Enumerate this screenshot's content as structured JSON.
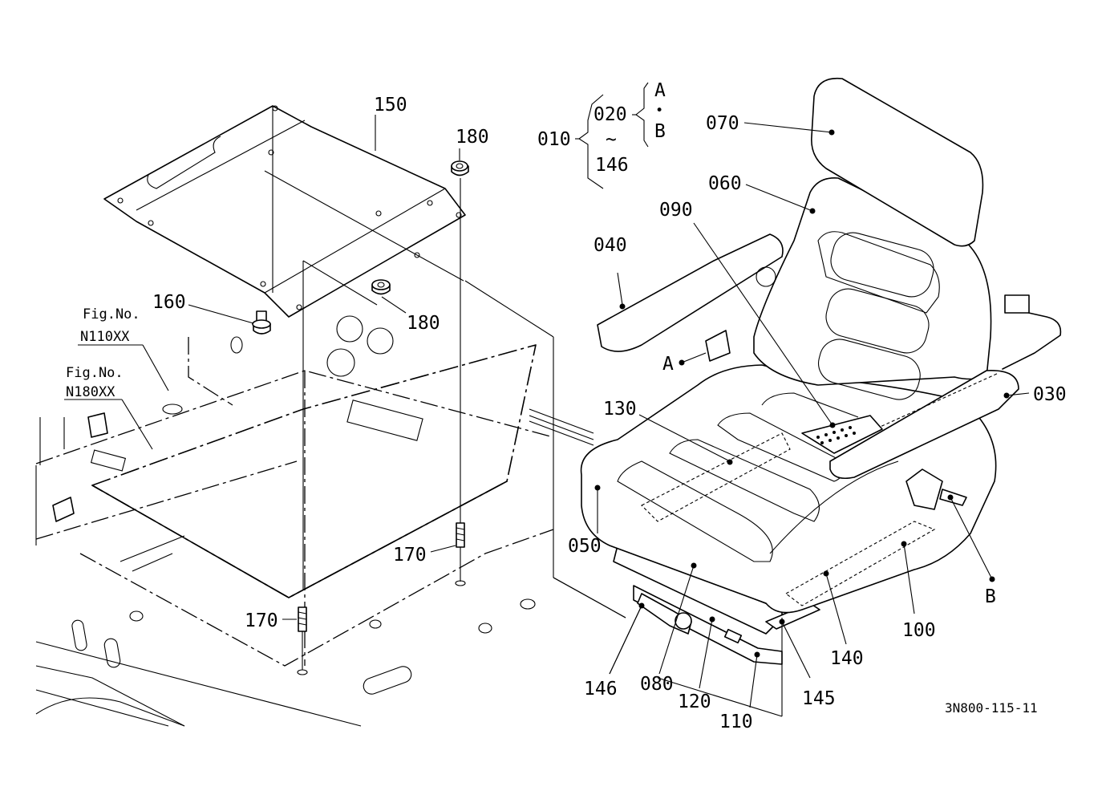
{
  "callouts": {
    "c010": "010",
    "c020": "020",
    "tilde": "~",
    "c146_range": "146",
    "bracket_a": "A",
    "bracket_dot": "•",
    "bracket_b": "B",
    "c030": "030",
    "c040": "040",
    "c050": "050",
    "c060": "060",
    "c070": "070",
    "c080": "080",
    "c090": "090",
    "c100": "100",
    "c110": "110",
    "c120": "120",
    "c130": "130",
    "c140": "140",
    "c145": "145",
    "c146": "146",
    "c150": "150",
    "c160": "160",
    "c170_right": "170",
    "c170_left": "170",
    "c180_top": "180",
    "c180_mid": "180",
    "label_a": "A",
    "label_b": "B"
  },
  "fig_refs": {
    "fig1_title": "Fig.No.",
    "fig1_code": "N110XX",
    "fig2_title": "Fig.No.",
    "fig2_code": "N180XX"
  },
  "drawing_code": "3N800-115-11"
}
